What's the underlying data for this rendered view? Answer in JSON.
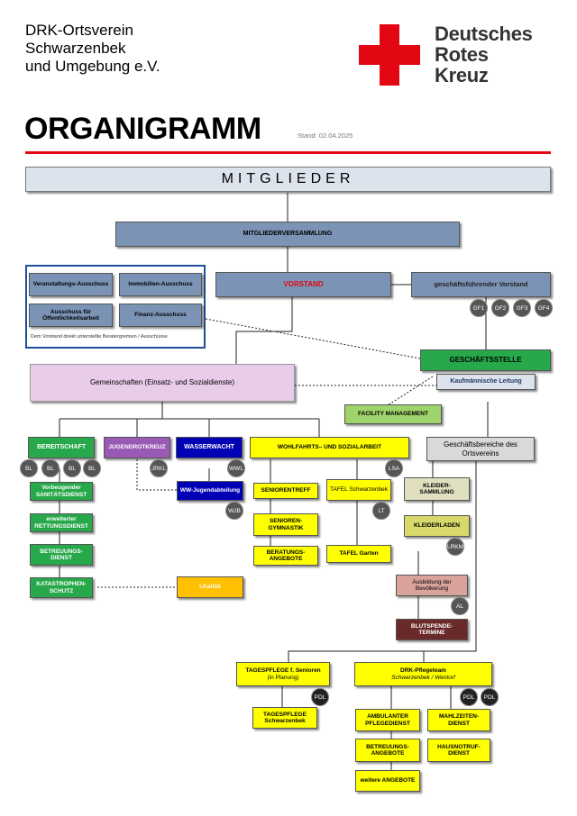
{
  "header": {
    "org_line1": "DRK-Ortsverein",
    "org_line2": "Schwarzenbek",
    "org_line3": "und Umgebung e.V.",
    "brand_line1": "Deutsches",
    "brand_line2": "Rotes",
    "brand_line3": "Kreuz",
    "title": "ORGANIGRAMM",
    "stand": "Stand: 02.04.2025"
  },
  "colors": {
    "red": "#e30613",
    "steel": "#7b93b5",
    "green": "#27a84a",
    "lightgreen": "#9fd36b",
    "yellow": "#ffff00",
    "purple": "#9b59b6",
    "navy": "#0000b5",
    "orange": "#ffc000",
    "pink": "#e8cce8",
    "salmon": "#d9a39b",
    "maroon": "#6b2a2a"
  },
  "nodes": {
    "mitglieder": "MITGLIEDER",
    "mitgliederversammlung": "MITGLIEDERVERSAMMLUNG",
    "veranstaltungs": "Veranstaltungs-Ausschuss",
    "immobilien": "Immobilien-Ausschuss",
    "oeffentlichkeit": "Ausschuss für Öffentlichkeitsarbeit",
    "finanz": "Finanz-Ausschuss",
    "ausschuss_note": "Dem Vorstand direkt unterstellte Beratergremien / Ausschüsse",
    "vorstand": "VORSTAND",
    "gf_vorstand": "geschäftsführender Vorstand",
    "gf": [
      "GF1",
      "GF2",
      "GF3",
      "GF4"
    ],
    "geschaeftsstelle": "GESCHÄFTSSTELLE",
    "kaufmaennisch": "Kaufmännische Leitung",
    "gemeinschaften": "Gemeinschaften (Einsatz- und Sozialdienste)",
    "facility": "FACILITY MANAGEMENT",
    "bereitschaft": "BEREITSCHAFT",
    "bl": [
      "BL",
      "BL",
      "BL",
      "BL"
    ],
    "jugendrotkreuz": "JUGENDROTKREUZ",
    "jrkl": "JRKL",
    "wasserwacht": "WASSERWACHT",
    "wwl": "WWL",
    "wohlfahrt": "WOHLFAHRTS– UND SOZIALARBEIT",
    "lsa": "LSA",
    "geschaeftsbereiche": "Geschäftsbereiche des Ortsvereins",
    "sanitaet": "Vorbeugender SANITÄTSDIENST",
    "ww_jugend": "WW-Jugendabteilung",
    "wjb": "WJB",
    "seniorentreff": "SENIORENTREFF",
    "tafel": "TAFEL Schwarzenbek",
    "lt": "LT",
    "kleidersammlung": "KLEIDER-SAMMLUNG",
    "rettungsdienst": "erweiterter RETTUNGSDIENST",
    "senioren_gym": "SENIOREN-GYMNASTIK",
    "kleiderladen": "KLEIDERLADEN",
    "betreuungsdienst": "BETREUUNGS-DIENST",
    "beratung": "BERATUNGS-ANGEBOTE",
    "tafel_garten": "TAFEL Garten",
    "lrkm": "LRKM",
    "katastrophen": "KATASTROPHEN-SCHUTZ",
    "lkatsg": "LKatSG",
    "ausbildung": "Ausbildung der Bevölkerung",
    "al": "AL",
    "blutspende": "BLUTSPENDE-TERMINE",
    "tagespflege": "TAGESPFLEGE f. Senioren",
    "tagespflege_sub": "(in Planung)",
    "pdl": "PDL",
    "pflegeteam": "DRK-Pflegeteam",
    "pflegeteam_sub": "Schwarzenbek / Wentorf",
    "tagespflege_sbk": "TAGESPFLEGE Schwarzenbek",
    "ambulant": "AMBULANTER PFLEGEDIENST",
    "mahlzeiten": "MAHLZEITEN-DIENST",
    "betreuungsangebote": "BETREUUNGS-ANGEBOTE",
    "hausnotruf": "HAUSNOTRUF-DIENST",
    "weitere": "weitere ANGEBOTE"
  }
}
